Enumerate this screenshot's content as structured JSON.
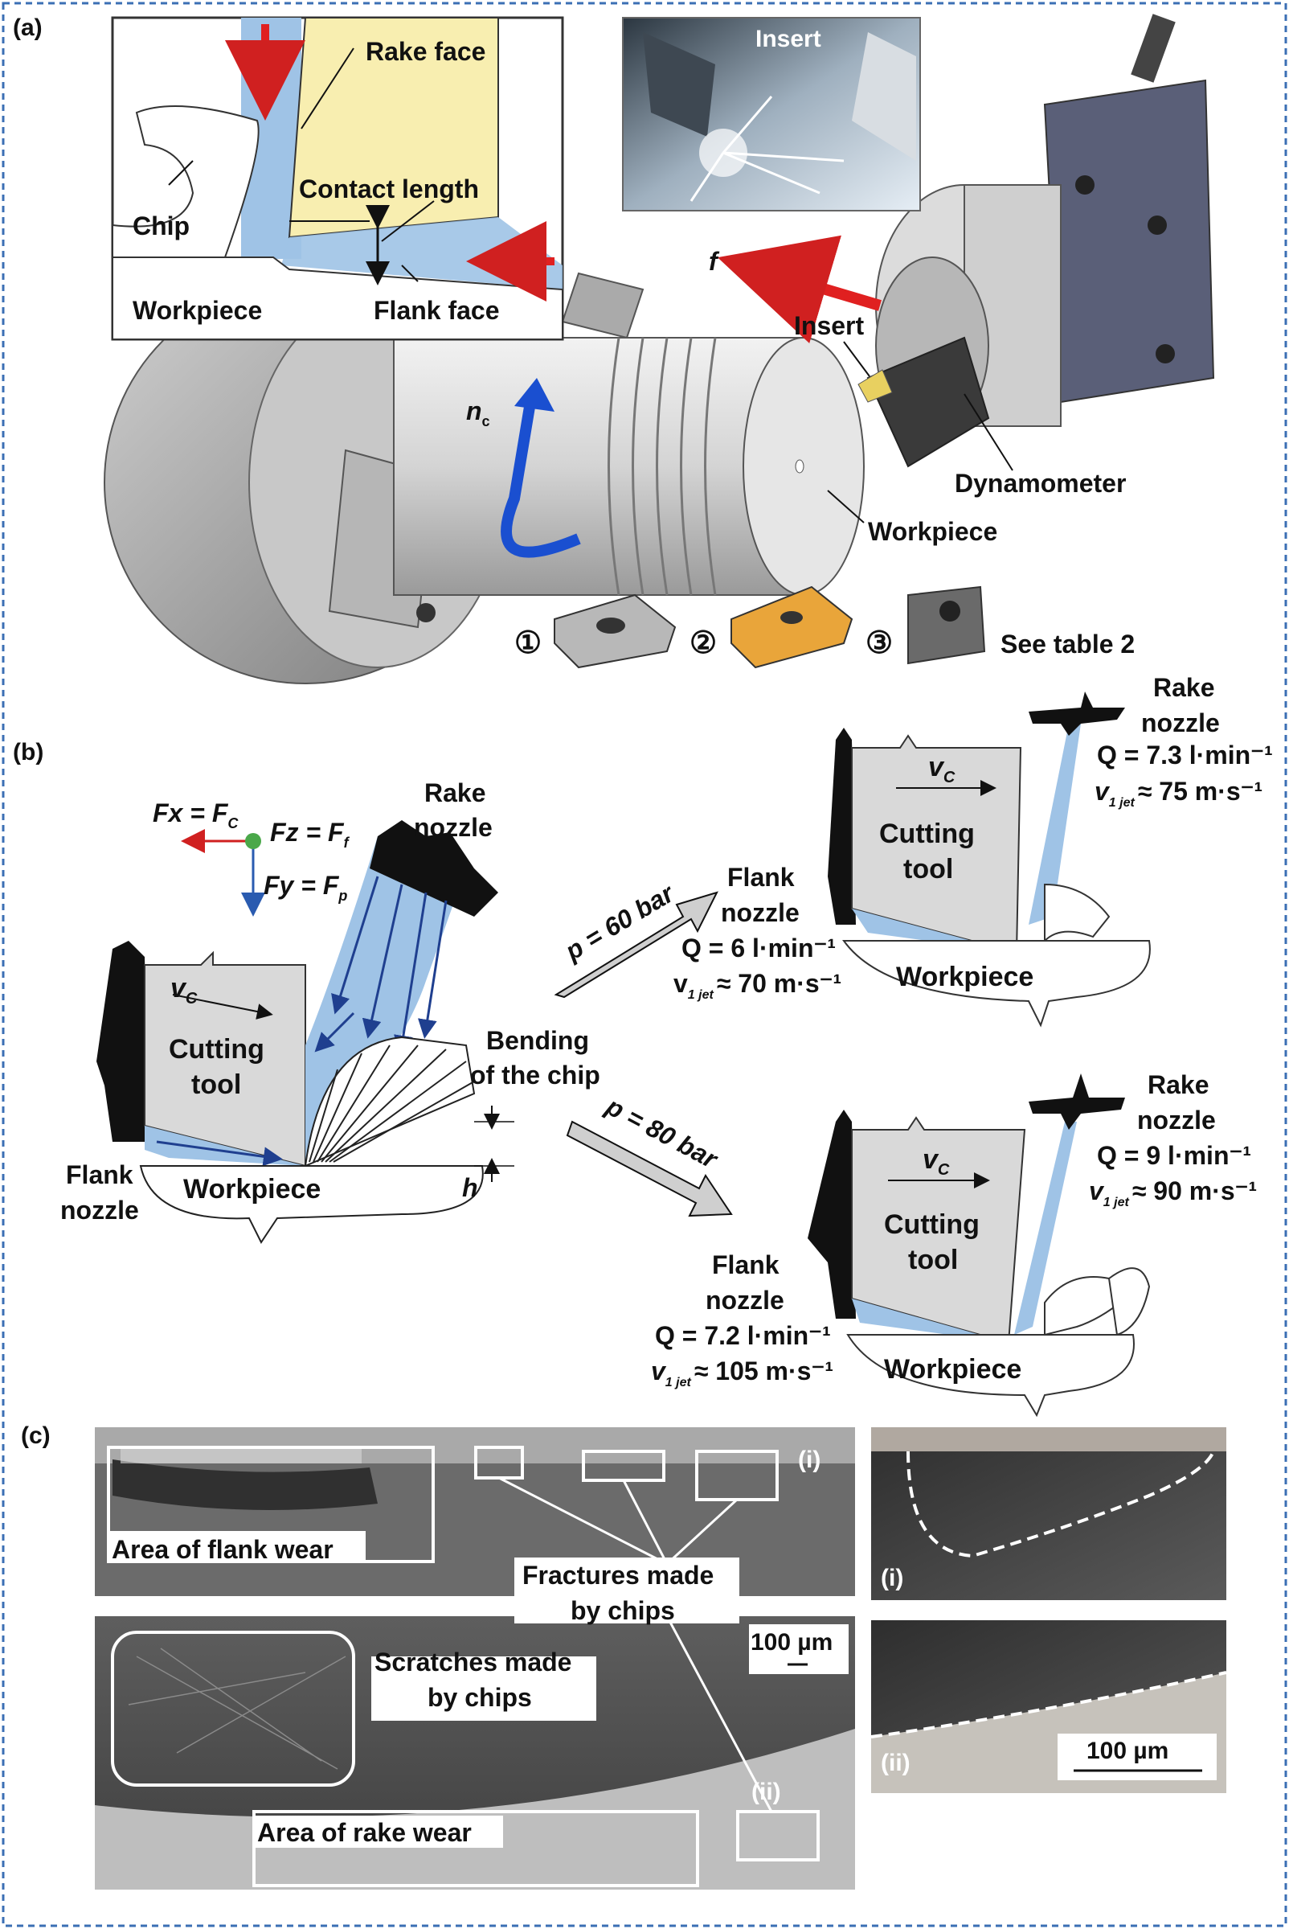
{
  "colors": {
    "frame_dashed": "#3b6fb4",
    "coolant_blue": "#9fc3e6",
    "tool_grey": "#d9d9d9",
    "tool_yellow": "#f8eeb0",
    "arrow_red": "#e02020",
    "arrow_blue": "#1a4fd0",
    "micro_dark": "#555555"
  },
  "panel_a": {
    "label": "(a)",
    "inset": {
      "rake_face": "Rake face",
      "contact_length": "Contact length",
      "chip": "Chip",
      "workpiece": "Workpiece",
      "flank_face": "Flank face"
    },
    "photo_label": "Insert",
    "feed": "f",
    "insert": "Insert",
    "spindle_n": "n",
    "spindle_sub": "c",
    "dynamometer": "Dynamometer",
    "workpiece": "Workpiece",
    "inserts": [
      "①",
      "②",
      "③"
    ],
    "see_table": "See table 2"
  },
  "panel_b": {
    "label": "(b)",
    "force_fx": "Fx = F",
    "force_fx_sub": "C",
    "force_fz": "Fz = F",
    "force_fz_sub": "f",
    "force_fy": "Fy = F",
    "force_fy_sub": "p",
    "rake_nozzle_l1": "Rake",
    "rake_nozzle_l2": "nozzle",
    "v": "v",
    "v_sub": "C",
    "tool_l1": "Cutting",
    "tool_l2": "tool",
    "bending_l1": "Bending",
    "bending_l2": "of the chip",
    "h": "h",
    "flank_l1": "Flank",
    "flank_l2": "nozzle",
    "workpiece": "Workpiece",
    "p60": "p = 60 bar",
    "p80": "p = 80 bar",
    "case60": {
      "rake_l1": "Rake",
      "rake_l2": "nozzle",
      "rake_q": "Q = 7.3 l·min⁻¹",
      "rake_v": "≈ 75 m·s⁻¹",
      "flank_l1": "Flank",
      "flank_l2": "nozzle",
      "flank_q": "Q = 6 l·min⁻¹",
      "flank_v": "≈ 70 m·s⁻¹",
      "tool_l1": "Cutting",
      "tool_l2": "tool",
      "workpiece": "Workpiece"
    },
    "case80": {
      "rake_l1": "Rake",
      "rake_l2": "nozzle",
      "rake_q": "Q = 9 l·min⁻¹",
      "rake_v": "≈ 90 m·s⁻¹",
      "flank_l1": "Flank",
      "flank_l2": "nozzle",
      "flank_q": "Q = 7.2 l·min⁻¹",
      "flank_v": "≈ 105 m·s⁻¹",
      "tool_l1": "Cutting",
      "tool_l2": "tool",
      "workpiece": "Workpiece"
    },
    "vjet": "v",
    "vjet_sub": "1 jet"
  },
  "panel_c": {
    "label": "(c)",
    "flank_wear": "Area of flank wear",
    "fractures_l1": "Fractures made",
    "fractures_l2": "by chips",
    "scratches_l1": "Scratches made",
    "scratches_l2": "by chips",
    "rake_wear": "Area of rake wear",
    "scale": "100 µm",
    "scale2": "100 µm",
    "i": "(i)",
    "ii": "(ii)",
    "i_right": "(i)",
    "ii_right": "(ii)"
  }
}
